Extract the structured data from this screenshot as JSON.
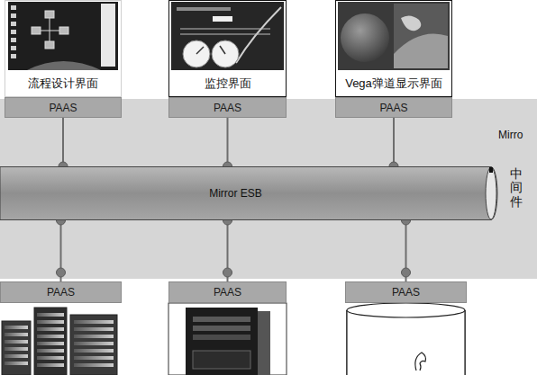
{
  "diagram": {
    "nodes": [
      {
        "text": [
          "流程设计界面"
        ]
      },
      {
        "text": [
          "监控界面"
        ]
      },
      {
        "text": [
          "Vega弹道显示界面"
        ]
      },
      {
        "text": [
          "PAAS"
        ]
      },
      {
        "text": [
          "PAAS"
        ]
      },
      {
        "text": [
          "PAAS"
        ]
      },
      {
        "text": [
          "Mirro"
        ]
      },
      {
        "text": [
          "Mirror ESB"
        ],
        "in": 6
      },
      {
        "text": [
          "PAAS"
        ]
      },
      {
        "text": [
          "PAAS"
        ]
      },
      {
        "text": [
          "PAAS"
        ]
      }
    ],
    "edges": [
      {
        "from": 3,
        "to": 7,
        "arrow": "none"
      },
      {
        "from": 4,
        "to": 7,
        "arrow": "none"
      },
      {
        "from": 5,
        "to": 7,
        "arrow": "none"
      },
      {
        "from": 7,
        "to": 8,
        "arrow": "none"
      },
      {
        "from": 7,
        "to": 9,
        "arrow": "none"
      },
      {
        "from": 7,
        "to": 10,
        "arrow": "none"
      }
    ],
    "labels": [
      "中间件"
    ]
  }
}
